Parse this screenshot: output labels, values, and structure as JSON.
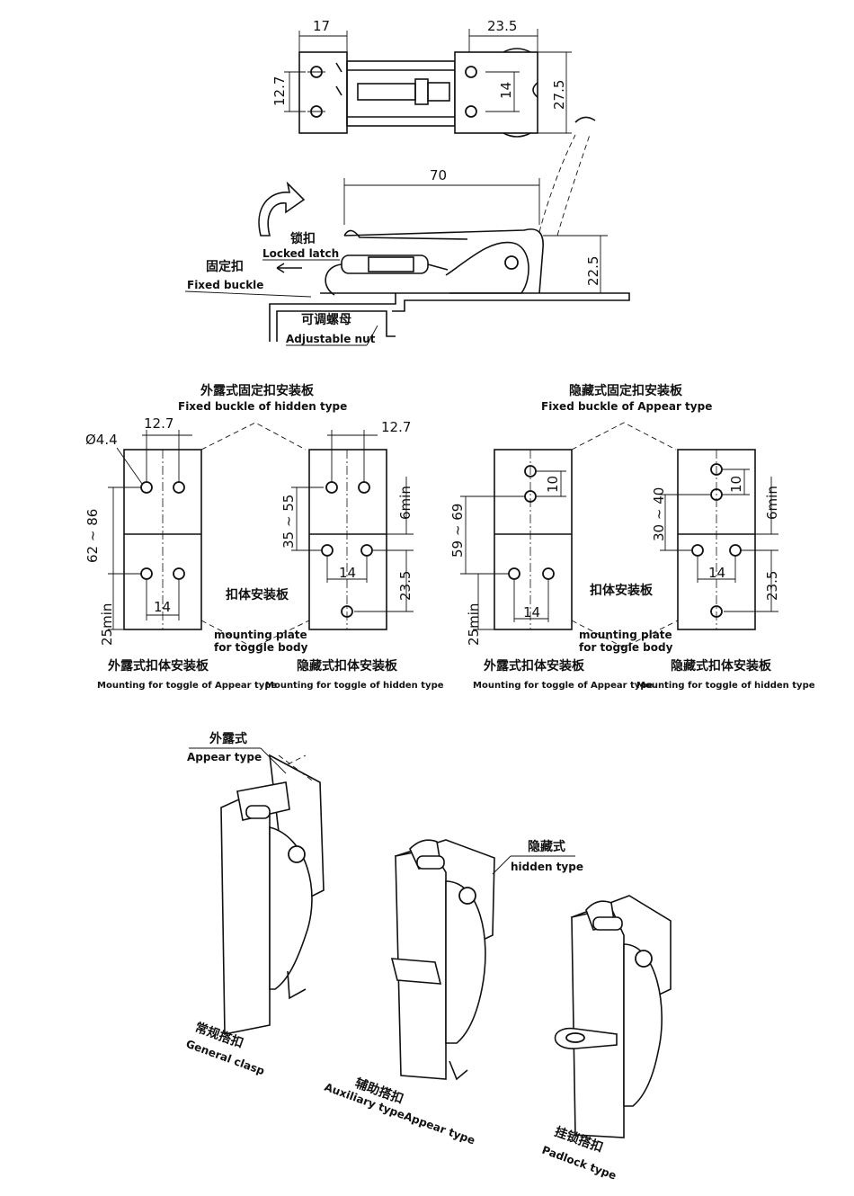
{
  "top_view": {
    "dim_left_width": "17",
    "dim_right_width": "23.5",
    "dim_left_holes": "12.7",
    "dim_right_holes": "14",
    "dim_right_height": "27.5"
  },
  "side_view": {
    "dim_length": "70",
    "dim_height": "22.5",
    "locked_latch_cn": "锁扣",
    "locked_latch_en": "Locked latch",
    "fixed_buckle_cn": "固定扣",
    "fixed_buckle_en": "Fixed buckle",
    "adjustable_nut_cn": "可调螺母",
    "adjustable_nut_en": "Adjustable nut"
  },
  "plates": {
    "left_group_title_cn": "外露式固定扣安装板",
    "left_group_title_en": "Fixed buckle of hidden type",
    "right_group_title_cn": "隐藏式固定扣安装板",
    "right_group_title_en": "Fixed buckle of Appear type",
    "dia": "Ø4.4",
    "p1_top": "12.7",
    "p1_range": "62 ~ 86",
    "p1_bottom": "14",
    "p1_min": "25min",
    "p2_top": "12.7",
    "p2_range": "35 ~ 55",
    "p2_min": "6min",
    "p2_bottom": "14",
    "p2_bottom_v": "23.5",
    "p3_top": "10",
    "p3_range": "59 ~ 69",
    "p3_bottom": "14",
    "p3_min": "25min",
    "p4_top": "10",
    "p4_range": "30 ~ 40",
    "p4_min": "6min",
    "p4_bottom": "14",
    "p4_bottom_v": "23.5",
    "mount_cn": "扣体安装板",
    "mount_en_1": "mounting plate",
    "mount_en_2": "for toggle body",
    "cap1_cn": "外露式扣体安装板",
    "cap1_en": "Mounting for toggle of Appear type",
    "cap2_cn": "隐藏式扣体安装板",
    "cap2_en": "Mounting for toggle of hidden type",
    "cap3_cn": "外露式扣体安装板",
    "cap3_en": "Mounting for toggle of Appear type",
    "cap4_cn": "隐藏式扣体安装板",
    "cap4_en": "Mounting for toggle of hidden type"
  },
  "products": {
    "appear_cn": "外露式",
    "appear_en": "Appear type",
    "hidden_cn": "隐藏式",
    "hidden_en": "hidden type",
    "general_cn": "常规搭扣",
    "general_en": "General clasp",
    "aux_cn": "辅助搭扣",
    "aux_en": "Auxiliary typeAppear type",
    "padlock_cn": "挂锁搭扣",
    "padlock_en": "Padlock type"
  }
}
